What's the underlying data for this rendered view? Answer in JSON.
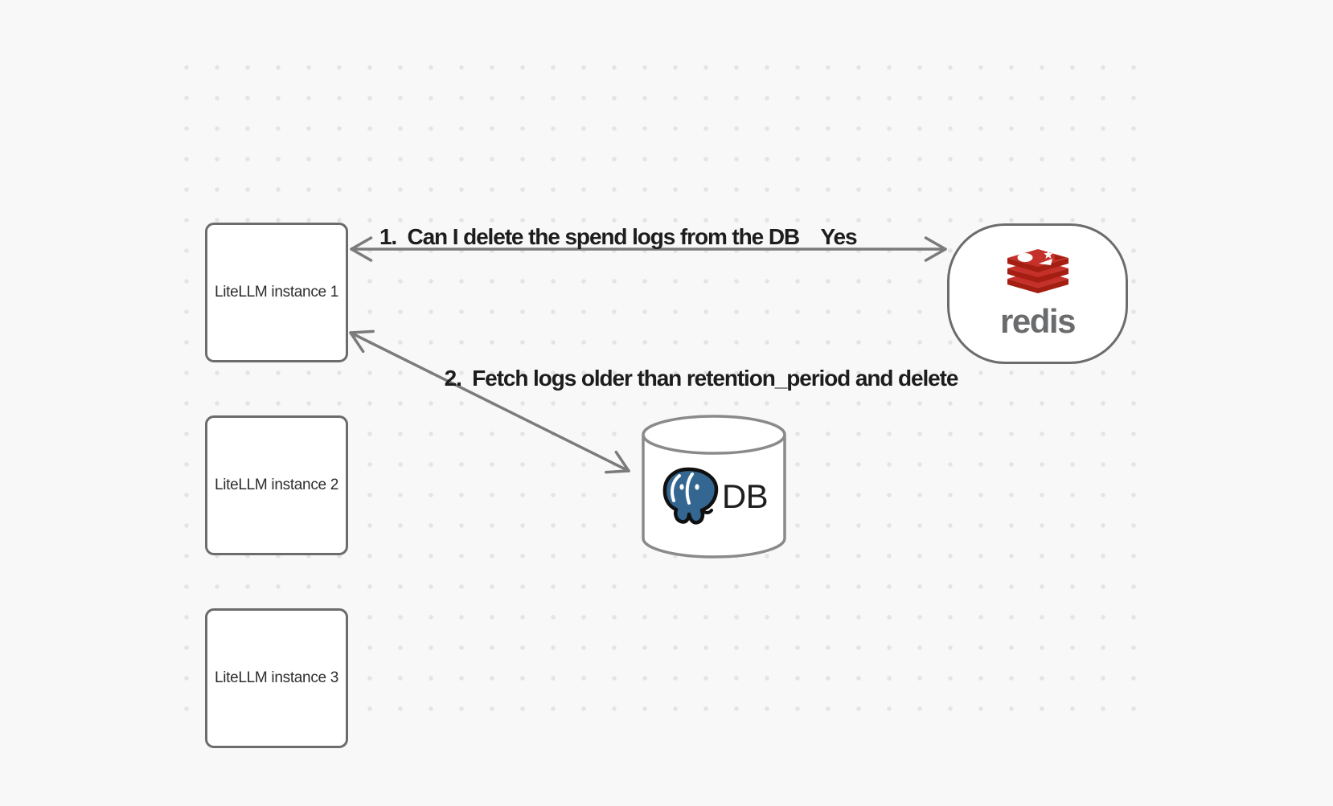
{
  "canvas": {
    "background_color": "#f8f8f8",
    "dot_color": "#e4e4e4"
  },
  "nodes": {
    "instance1": {
      "label": "LiteLLM instance 1"
    },
    "instance2": {
      "label": "LiteLLM instance 2"
    },
    "instance3": {
      "label": "LiteLLM instance 3"
    },
    "redis": {
      "wordmark": "redis",
      "logo_icon": "redis-logo",
      "logo_red": "#c6302b",
      "logo_dark_red": "#a41e11",
      "wordmark_color": "#6a6b6d"
    },
    "db": {
      "label": "DB",
      "logo_icon": "postgresql-logo",
      "logo_blue": "#336791"
    }
  },
  "arrows": {
    "arrow1": {
      "label": "1.  Can I delete the spend logs from the DB",
      "response": "Yes",
      "from": "Redis",
      "to": "LiteLLM instance 1",
      "style": "double-headed"
    },
    "arrow2": {
      "label": "2.  Fetch logs older than retention_period and delete",
      "from": "LiteLLM instance 1",
      "to": "DB",
      "style": "double-headed"
    },
    "stroke_color": "#7b7b7b"
  },
  "shape_colors": {
    "box_border": "#6c6c6c",
    "box_fill": "#ffffff",
    "cylinder_stroke": "#8a8a8a",
    "label_text": "#1d1d1d",
    "box_label_text": "#2d2d2d"
  }
}
